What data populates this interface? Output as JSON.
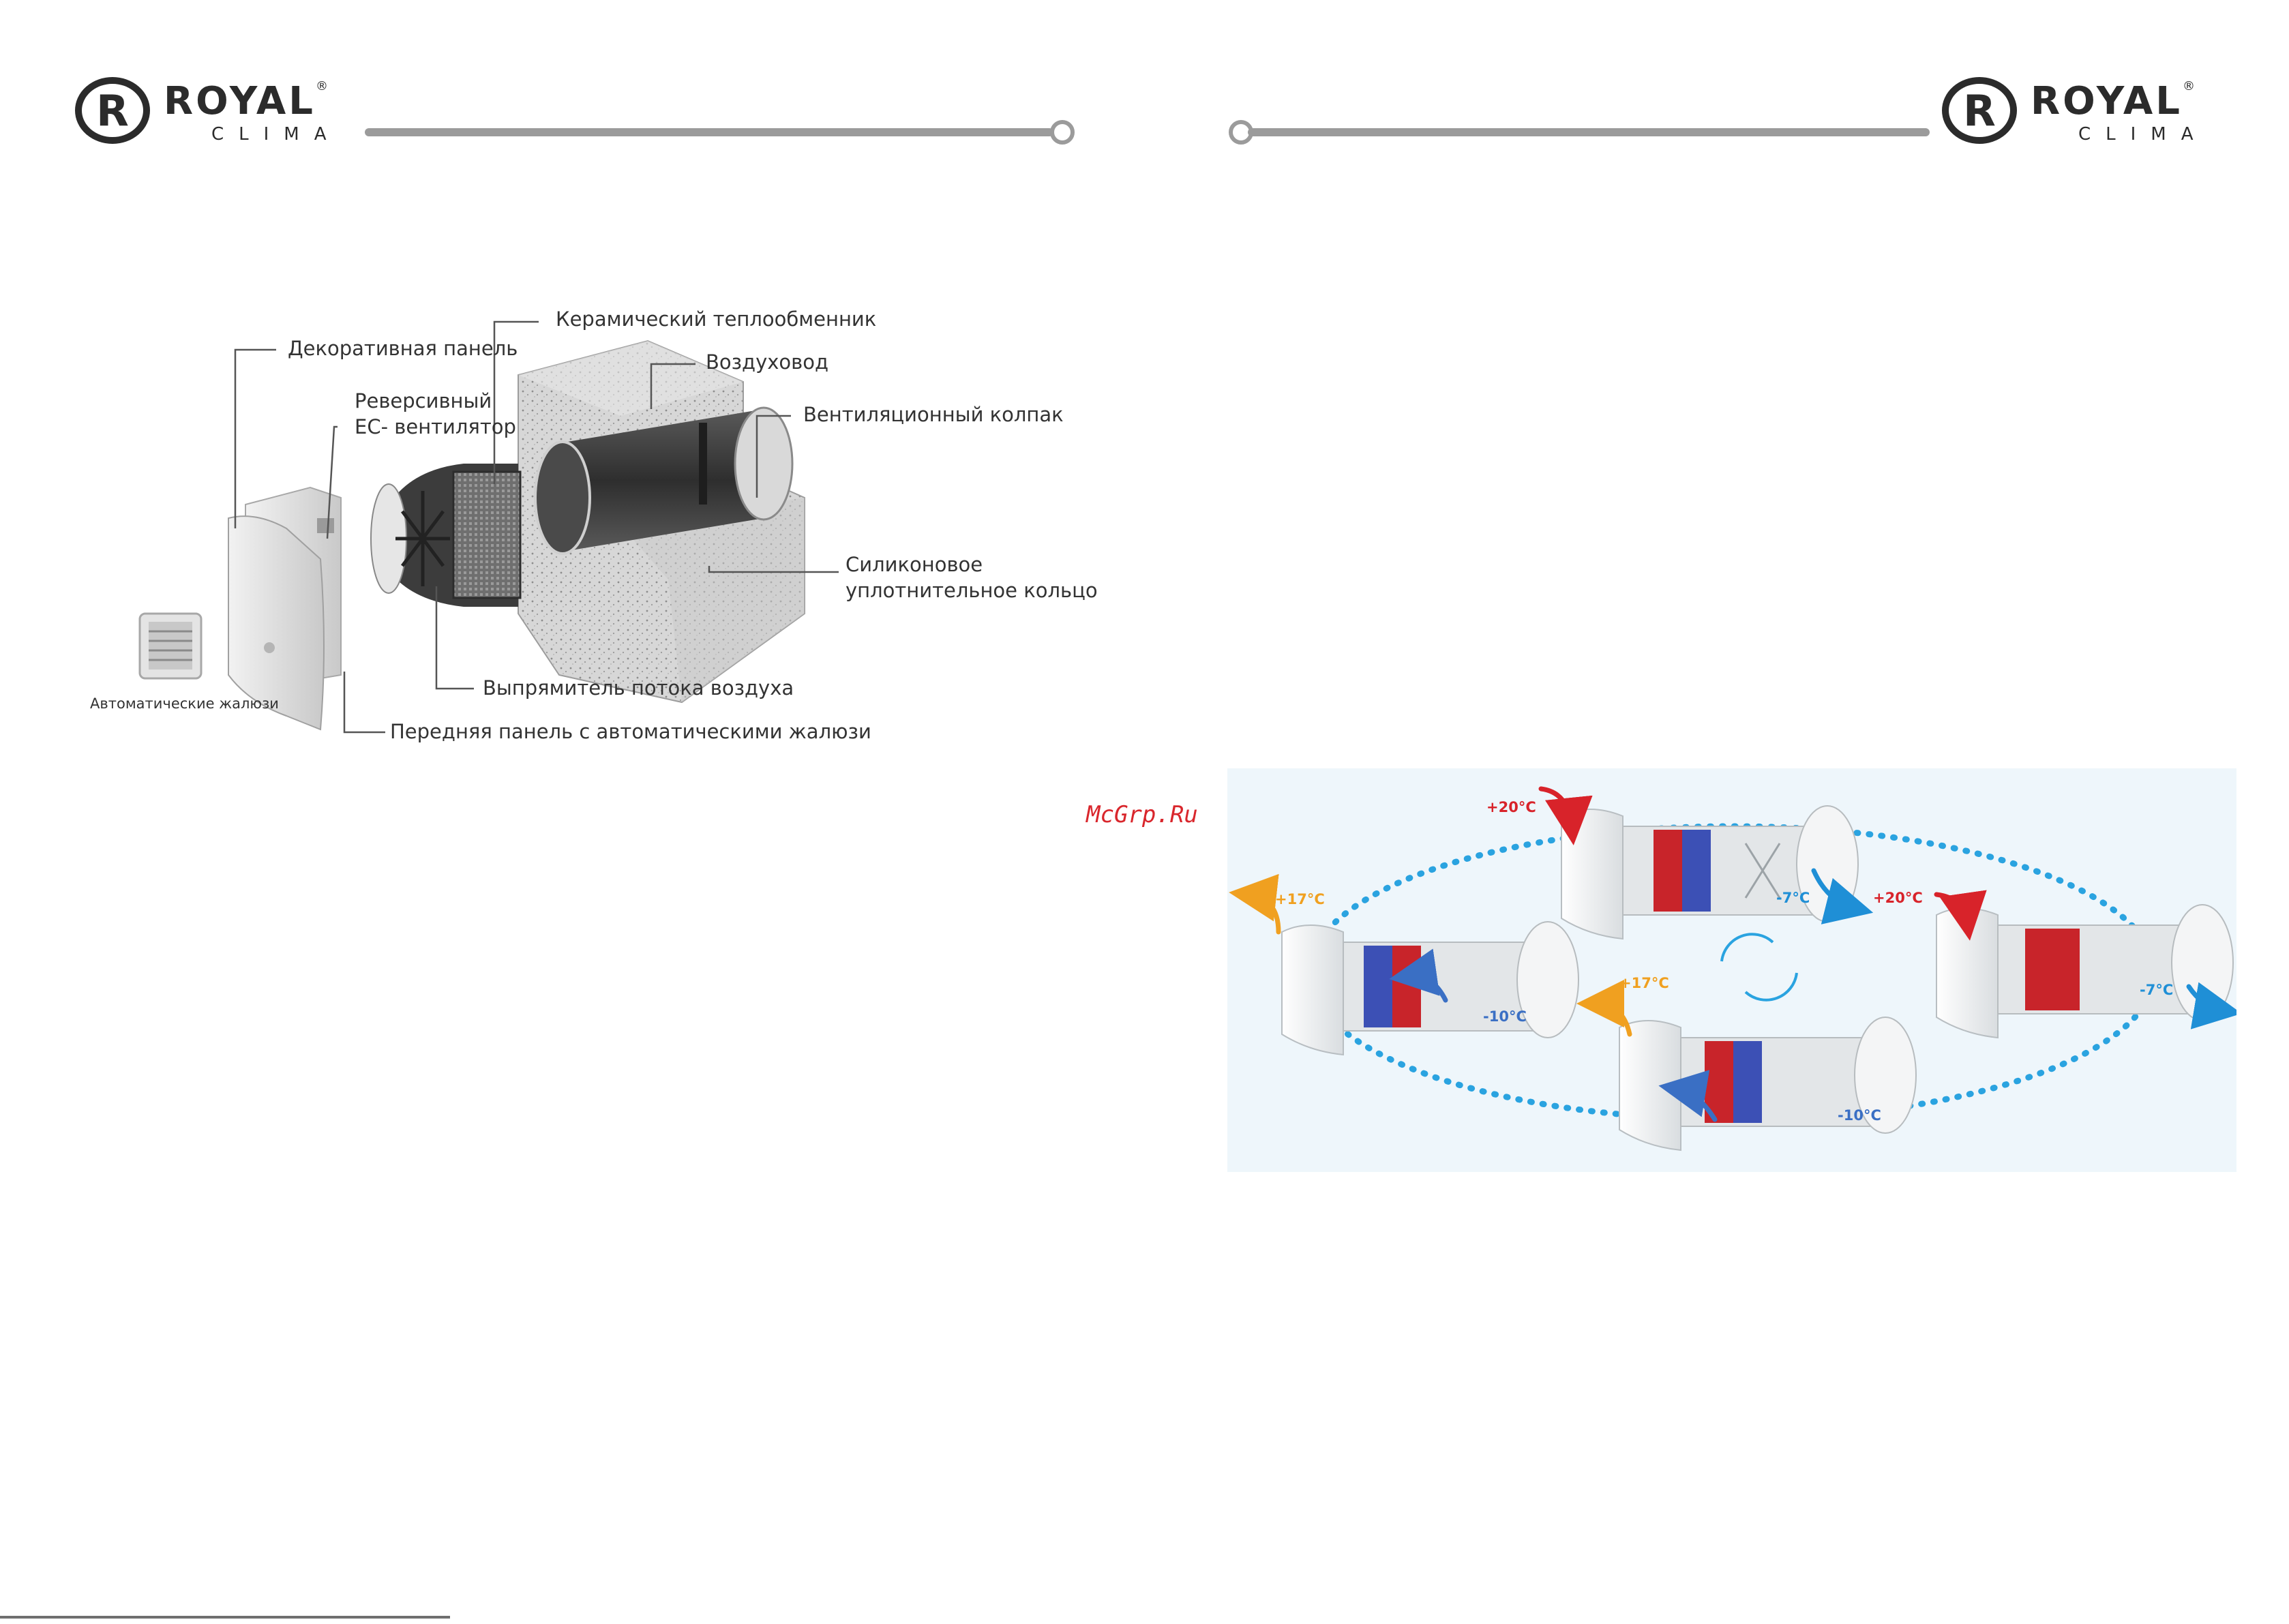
{
  "brand": {
    "word": "ROYAL",
    "reg": "®",
    "sub": "CLIMA"
  },
  "exploded": {
    "labels": {
      "ceramic_exchanger": "Керамический теплообменник",
      "decor_panel": "Декоративная панель",
      "air_duct": "Воздуховод",
      "reverse_fan_1": "Реверсивный",
      "reverse_fan_2": "ЕС- вентилятор",
      "vent_cap": "Вентиляционный колпак",
      "silicone_1": "Силиконовое",
      "silicone_2": "уплотнительное кольцо",
      "straightener": "Выпрямитель потока воздуха",
      "front_panel": "Передняя панель с автоматическими жалюзи",
      "auto_louvers": "Автоматические жалюзи"
    }
  },
  "watermark": "McGrp.Ru",
  "flow": {
    "temps": {
      "t_top_in": "+20°C",
      "t_top_out": "-7°C",
      "t_right_in": "+20°C",
      "t_right_out": "-7°C",
      "t_left_out": "+17°C",
      "t_left_in": "-10°C",
      "t_bottom_out": "+17°C",
      "t_bottom_in": "-10°C"
    },
    "colors": {
      "warm": "#d8232a",
      "cool": "#1f8fd6",
      "orange": "#f0a020",
      "blue": "#3a6fc4",
      "background": "#eef6fb"
    }
  }
}
